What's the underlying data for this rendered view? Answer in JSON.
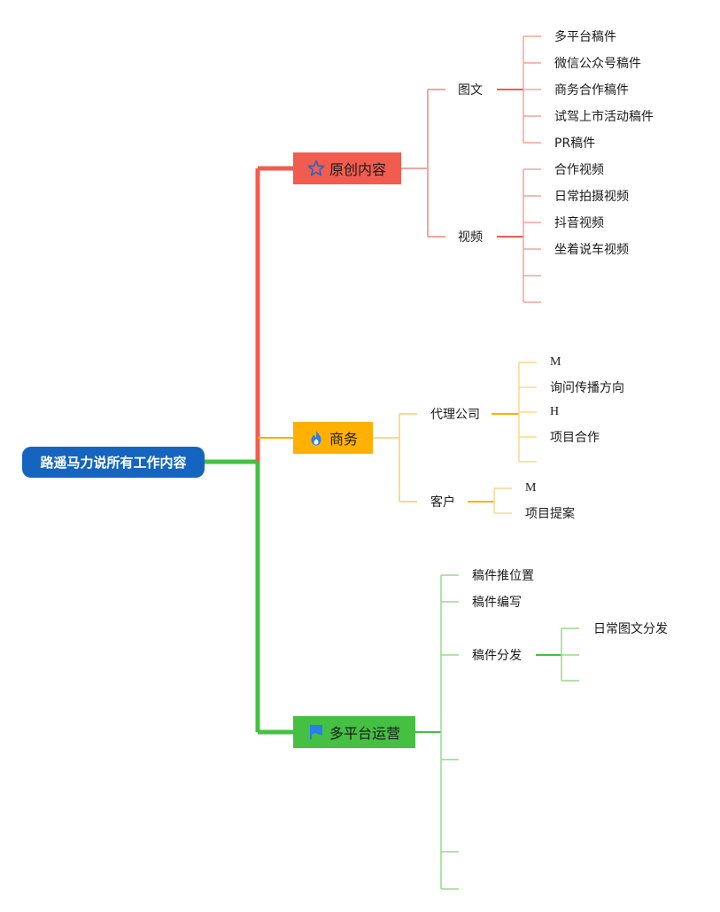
{
  "root": {
    "label": "路遥马力说所有工作内容",
    "color": "#1565c0"
  },
  "branches": [
    {
      "label": "原创内容",
      "color": "#f25c4f",
      "icon": "star-icon",
      "children": [
        {
          "label": "图文",
          "children": [
            "多平台稿件",
            "微信公众号稿件",
            "商务合作稿件",
            "试驾上市活动稿件",
            "PR稿件"
          ]
        },
        {
          "label": "视频",
          "children": [
            "合作视频",
            "日常拍摄视频",
            "抖音视频",
            "坐着说车视频",
            "",
            ""
          ]
        }
      ]
    },
    {
      "label": "商务",
      "color": "#ffb000",
      "icon": "flame-icon",
      "children": [
        {
          "label": "代理公司",
          "children": [
            "M",
            "询问传播方向",
            "H",
            "项目合作",
            ""
          ]
        },
        {
          "label": "客户",
          "children": [
            "M",
            "项目提案"
          ]
        }
      ]
    },
    {
      "label": "多平台运营",
      "color": "#45c043",
      "icon": "flag-icon",
      "children": [
        {
          "label": "稿件推位置",
          "children": []
        },
        {
          "label": "稿件编写",
          "children": []
        },
        {
          "label": "稿件分发",
          "children": [
            "日常图文分发",
            "",
            ""
          ]
        },
        {
          "label": "",
          "children": []
        },
        {
          "label": "",
          "children": []
        },
        {
          "label": "",
          "children": []
        }
      ]
    }
  ]
}
